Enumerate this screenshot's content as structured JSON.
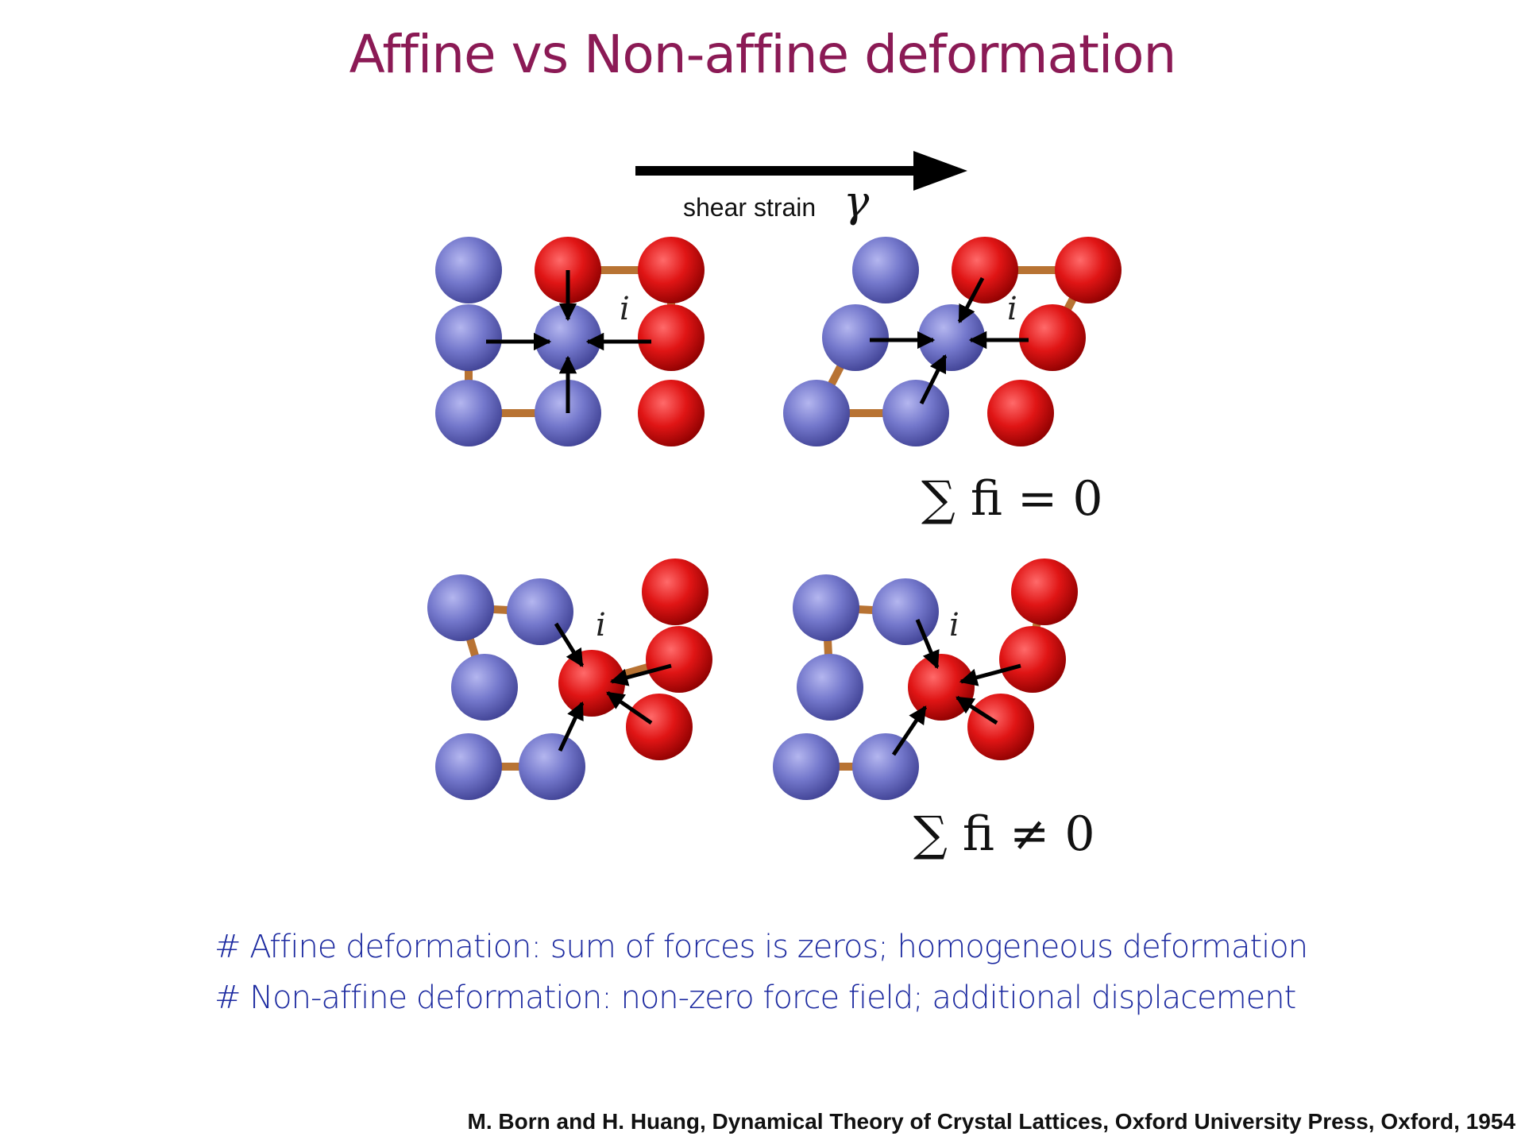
{
  "title": "Affine vs Non-affine deformation",
  "figure": {
    "strain_label": "shear strain",
    "strain_symbol": "γ",
    "atom_label": "i",
    "affine_equation": "∑ fi = 0",
    "nonaffine_equation": "∑ fi ≠ 0",
    "colors": {
      "blue_atom": "#6f72c8",
      "red_atom": "#e01515",
      "bond": "#b87333",
      "arrow": "#000000"
    }
  },
  "bullets": [
    "# Affine deformation: sum of forces is zeros; homogeneous deformation",
    "# Non-affine deformation: non-zero force field; additional displacement"
  ],
  "citation": "M. Born and H. Huang, Dynamical Theory of Crystal Lattices, Oxford University Press, Oxford, 1954"
}
